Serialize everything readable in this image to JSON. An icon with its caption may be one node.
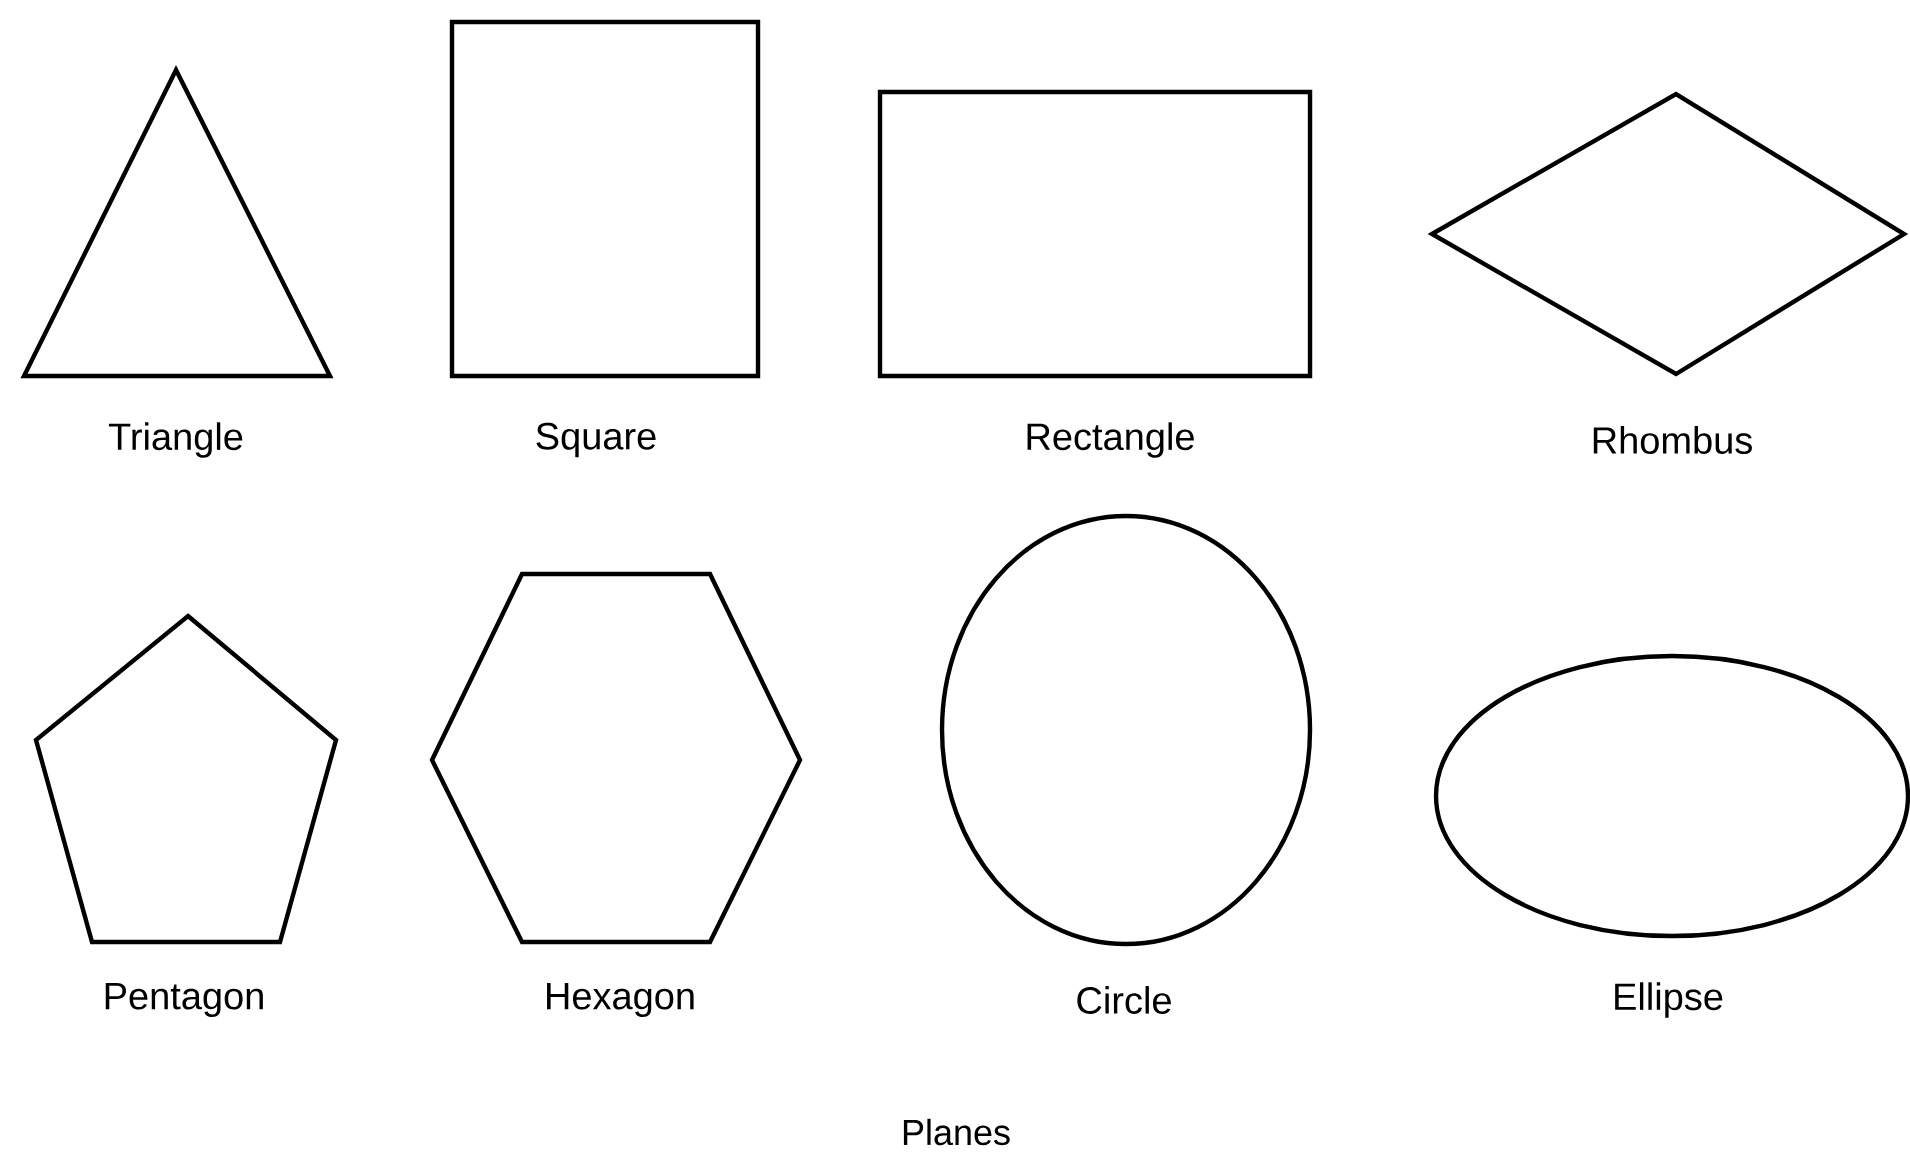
{
  "diagram": {
    "caption": "Planes",
    "nodes": [
      {
        "text": [
          "Triangle"
        ]
      },
      {
        "text": [
          "Square"
        ]
      },
      {
        "text": [
          "Rectangle"
        ]
      },
      {
        "text": [
          "Rhombus"
        ]
      },
      {
        "text": [
          "Pentagon"
        ]
      },
      {
        "text": [
          "Hexagon"
        ]
      },
      {
        "text": [
          "Circle"
        ]
      },
      {
        "text": [
          "Ellipse"
        ]
      }
    ]
  }
}
